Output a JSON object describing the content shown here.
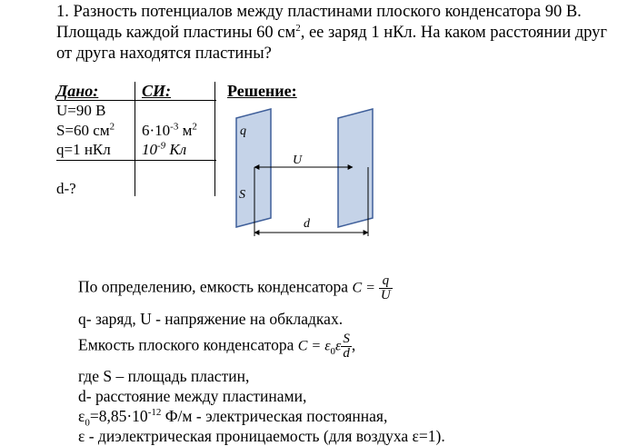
{
  "problem": {
    "line1": "1. Разность потенциалов между пластинами плоского конденсатора 90 В.",
    "line2a": "Площадь каждой пластины 60 см",
    "line2sup": "2",
    "line2b": ", ее заряд 1 нКл. На каком расстоянии друг",
    "line3": "от друга находятся пластины?"
  },
  "table": {
    "given_header": "Дано:",
    "si_header": "СИ:",
    "solution_header": "Решение:",
    "given": {
      "u": "U=90 В",
      "s_a": "S=60 см",
      "s_sup": "2",
      "q": "q=1 нКл",
      "find": "d-?"
    },
    "si": {
      "s_a": "6·10",
      "s_sup": "-3",
      "s_b": " м",
      "s_sup2": "2",
      "q_a": "10",
      "q_sup": "-9",
      "q_b": " Кл"
    }
  },
  "diagram": {
    "label_q": "q",
    "label_s": "S",
    "label_u": "U",
    "label_d": "d",
    "plate_fill": "#c5d3e8",
    "plate_stroke": "#3f5f9a"
  },
  "solution": {
    "l1_text": "По определению, емкость конденсатора",
    "l1_c": "C",
    "l1_eq": " = ",
    "l1_num": "q",
    "l1_den": "U",
    "l2": "q- заряд, U - напряжение на обкладках.",
    "l3_text": "Емкость плоского конденсатора",
    "l3_c": "C",
    "l3_eq": " = ε",
    "l3_sub": "0",
    "l3_eps": "ε",
    "l3_num": "S",
    "l3_den": "d",
    "l3_comma": ",",
    "l4": "где S – площадь пластин,",
    "l5": "d- расстояние между пластинами,",
    "l6_a": "ε",
    "l6_sub": "0",
    "l6_b": "=8,85·10",
    "l6_sup": "-12",
    "l6_c": " Ф/м - электрическая постоянная,",
    "l7": "ε - диэлектрическая проницаемость (для воздуха ε=1)."
  }
}
